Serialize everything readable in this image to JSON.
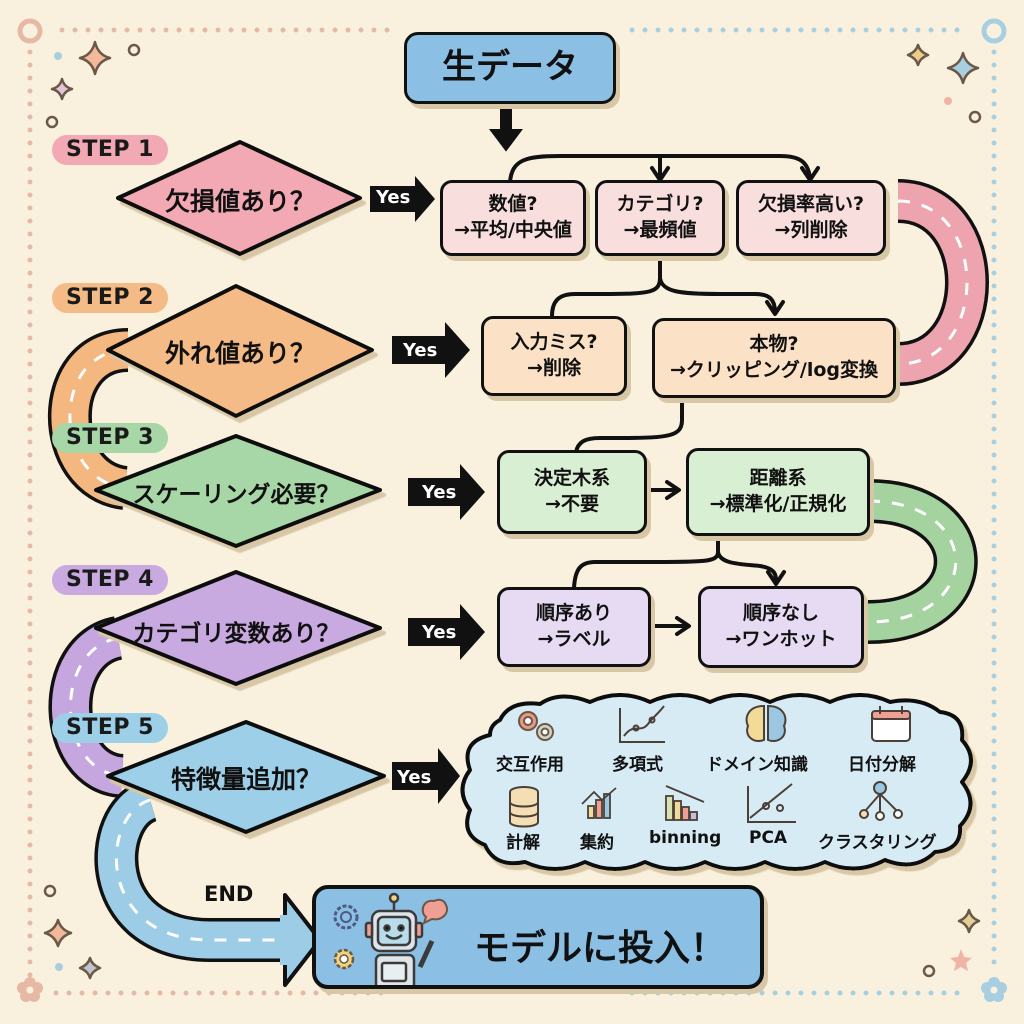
{
  "title": "生データ",
  "yes_label": "Yes",
  "end_label": "END",
  "final": {
    "label": "モデルに投入！"
  },
  "colors": {
    "background": "#f9f1de",
    "step1": "#f2a9b4",
    "step1_light": "#f9dede",
    "step2": "#f5bb86",
    "step2_light": "#fbe1c6",
    "step3": "#a7d7a6",
    "step3_light": "#d9efd4",
    "step4": "#c8a9e0",
    "step4_light": "#e6dbf3",
    "step5": "#9dd0e8",
    "step5_light": "#d7ebf5",
    "raw_data": "#8cbfe4",
    "outline": "#111111"
  },
  "steps": [
    {
      "badge": "STEP 1",
      "question": "欠損値あり？",
      "options": [
        {
          "line1": "数値?",
          "line2": "→平均/中央値"
        },
        {
          "line1": "カテゴリ?",
          "line2": "→最頻値"
        },
        {
          "line1": "欠損率高い?",
          "line2": "→列削除"
        }
      ]
    },
    {
      "badge": "STEP 2",
      "question": "外れ値あり？",
      "options": [
        {
          "line1": "入力ミス?",
          "line2": "→削除"
        },
        {
          "line1": "本物?",
          "line2": "→クリッピング/log変換"
        }
      ]
    },
    {
      "badge": "STEP 3",
      "question": "スケーリング必要？",
      "options": [
        {
          "line1": "決定木系",
          "line2": "→不要"
        },
        {
          "line1": "距離系",
          "line2": "→標準化/正規化"
        }
      ]
    },
    {
      "badge": "STEP 4",
      "question": "カテゴリ変数あり？",
      "options": [
        {
          "line1": "順序あり",
          "line2": "→ラベル"
        },
        {
          "line1": "順序なし",
          "line2": "→ワンホット"
        }
      ]
    },
    {
      "badge": "STEP 5",
      "question": "特徴量追加？",
      "features": [
        {
          "label": "交互作用",
          "icon": "gears-icon"
        },
        {
          "label": "多項式",
          "icon": "curve-chart-icon"
        },
        {
          "label": "ドメイン知識",
          "icon": "brain-icon"
        },
        {
          "label": "日付分解",
          "icon": "calendar-icon"
        },
        {
          "label": "計解",
          "icon": "database-icon"
        },
        {
          "label": "集約",
          "icon": "bar-chart-icon"
        },
        {
          "label": "binning",
          "icon": "histogram-icon"
        },
        {
          "label": "PCA",
          "icon": "pca-axes-icon"
        },
        {
          "label": "クラスタリング",
          "icon": "cluster-tree-icon"
        }
      ]
    }
  ]
}
